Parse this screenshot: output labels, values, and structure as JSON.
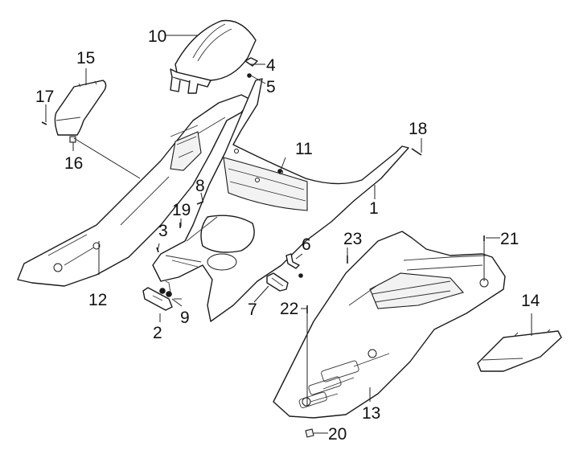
{
  "diagram": {
    "title": "Scooter body panels exploded parts diagram",
    "callouts": [
      {
        "id": "1",
        "label": "1",
        "part": "leg shield / center frame cover"
      },
      {
        "id": "2",
        "label": "2",
        "part": "latch plate"
      },
      {
        "id": "3",
        "label": "3",
        "part": "screw"
      },
      {
        "id": "4",
        "label": "4",
        "part": "clip"
      },
      {
        "id": "5",
        "label": "5",
        "part": "screw"
      },
      {
        "id": "6",
        "label": "6",
        "part": "bracket"
      },
      {
        "id": "7",
        "label": "7",
        "part": "hinge"
      },
      {
        "id": "8",
        "label": "8",
        "part": "screw"
      },
      {
        "id": "9",
        "label": "9",
        "part": "spring / screws"
      },
      {
        "id": "10",
        "label": "10",
        "part": "storage lid"
      },
      {
        "id": "11",
        "label": "11",
        "part": "screw"
      },
      {
        "id": "12",
        "label": "12",
        "part": "left floor side panel"
      },
      {
        "id": "13",
        "label": "13",
        "part": "right floor panel"
      },
      {
        "id": "14",
        "label": "14",
        "part": "right side cover"
      },
      {
        "id": "15",
        "label": "15",
        "part": "left side cover"
      },
      {
        "id": "16",
        "label": "16",
        "part": "clip nut"
      },
      {
        "id": "17",
        "label": "17",
        "part": "screw"
      },
      {
        "id": "18",
        "label": "18",
        "part": "screw"
      },
      {
        "id": "19",
        "label": "19",
        "part": "screw"
      },
      {
        "id": "20",
        "label": "20",
        "part": "clip nut"
      },
      {
        "id": "21",
        "label": "21",
        "part": "screw"
      },
      {
        "id": "22",
        "label": "22",
        "part": "screw"
      },
      {
        "id": "23",
        "label": "23",
        "part": "screw"
      }
    ]
  }
}
